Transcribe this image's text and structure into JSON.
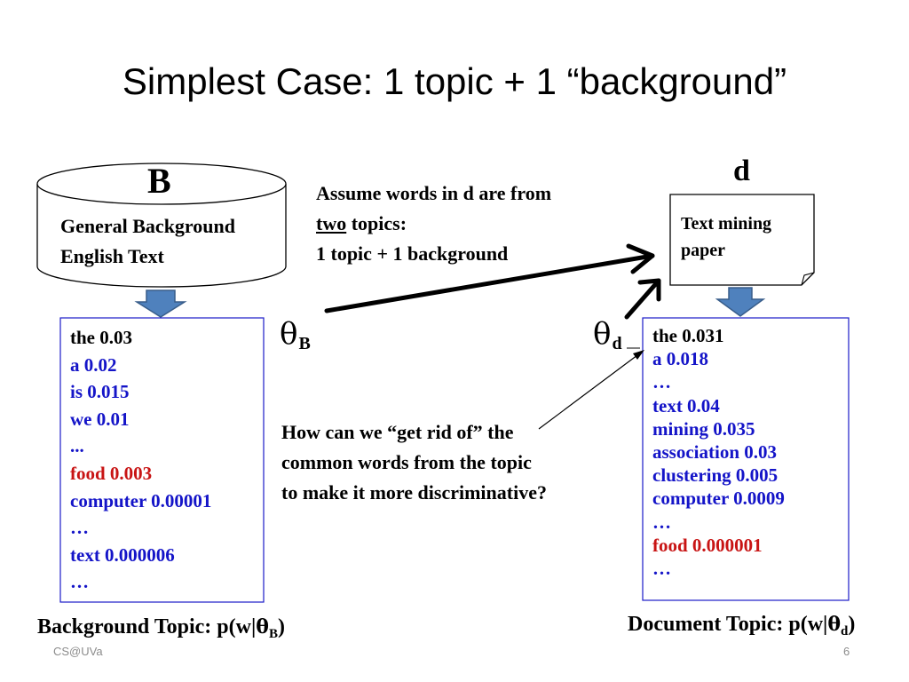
{
  "slide": {
    "title": "Simplest Case: 1 topic + 1 “background”",
    "footer_left": "CS@UVa",
    "page_number": "6"
  },
  "background_store": {
    "label": "B",
    "text_line1": "General Background",
    "text_line2": "English Text"
  },
  "document": {
    "label": "d",
    "text_line1": "Text mining",
    "text_line2": "paper"
  },
  "assumption": {
    "line1": "Assume words in d are from",
    "line2_underlined": "two",
    "line2_rest": " topics:",
    "line3": "1 topic + 1 background"
  },
  "theta_b": {
    "symbol": "θ",
    "subscript": "B"
  },
  "theta_d": {
    "symbol": "θ",
    "subscript": "d"
  },
  "question": {
    "line1": "How can we “get rid of” the",
    "line2": "common words from the topic",
    "line3": "to make it more discriminative?"
  },
  "background_topic": {
    "caption_prefix": "Background Topic: p(w|",
    "caption_symbol": "θ",
    "caption_sub": "B",
    "caption_suffix": ")",
    "items": [
      {
        "text": "the 0.03",
        "color": "#000000"
      },
      {
        "text": "a 0.02",
        "color": "#1414c8"
      },
      {
        "text": "is 0.015",
        "color": "#1414c8"
      },
      {
        "text": "we 0.01",
        "color": "#1414c8"
      },
      {
        "text": "...",
        "color": "#1414c8"
      },
      {
        "text": "food 0.003",
        "color": "#c81414"
      },
      {
        "text": "computer 0.00001",
        "color": "#1414c8"
      },
      {
        "text": "…",
        "color": "#1414c8"
      },
      {
        "text": "text  0.000006",
        "color": "#1414c8"
      },
      {
        "text": "…",
        "color": "#1414c8"
      }
    ]
  },
  "document_topic": {
    "caption_prefix": "Document Topic: p(w|",
    "caption_symbol": "θ",
    "caption_sub": "d",
    "caption_suffix": ")",
    "items": [
      {
        "text": "the 0.031",
        "color": "#000000"
      },
      {
        "text": "a 0.018",
        "color": "#1414c8"
      },
      {
        "text": "…",
        "color": "#1414c8"
      },
      {
        "text": "text  0.04",
        "color": "#1414c8"
      },
      {
        "text": "mining 0.035",
        "color": "#1414c8"
      },
      {
        "text": "association 0.03",
        "color": "#1414c8"
      },
      {
        "text": "clustering 0.005",
        "color": "#1414c8"
      },
      {
        "text": "computer 0.0009",
        "color": "#1414c8"
      },
      {
        "text": "…",
        "color": "#1414c8"
      },
      {
        "text": "food 0.000001",
        "color": "#c81414"
      },
      {
        "text": "…",
        "color": "#1414c8"
      }
    ]
  },
  "colors": {
    "list_border": "#1a1ac8",
    "down_arrow_fill": "#4f81bd",
    "down_arrow_stroke": "#385d8a",
    "blue_text": "#1414c8",
    "red_text": "#c81414"
  }
}
